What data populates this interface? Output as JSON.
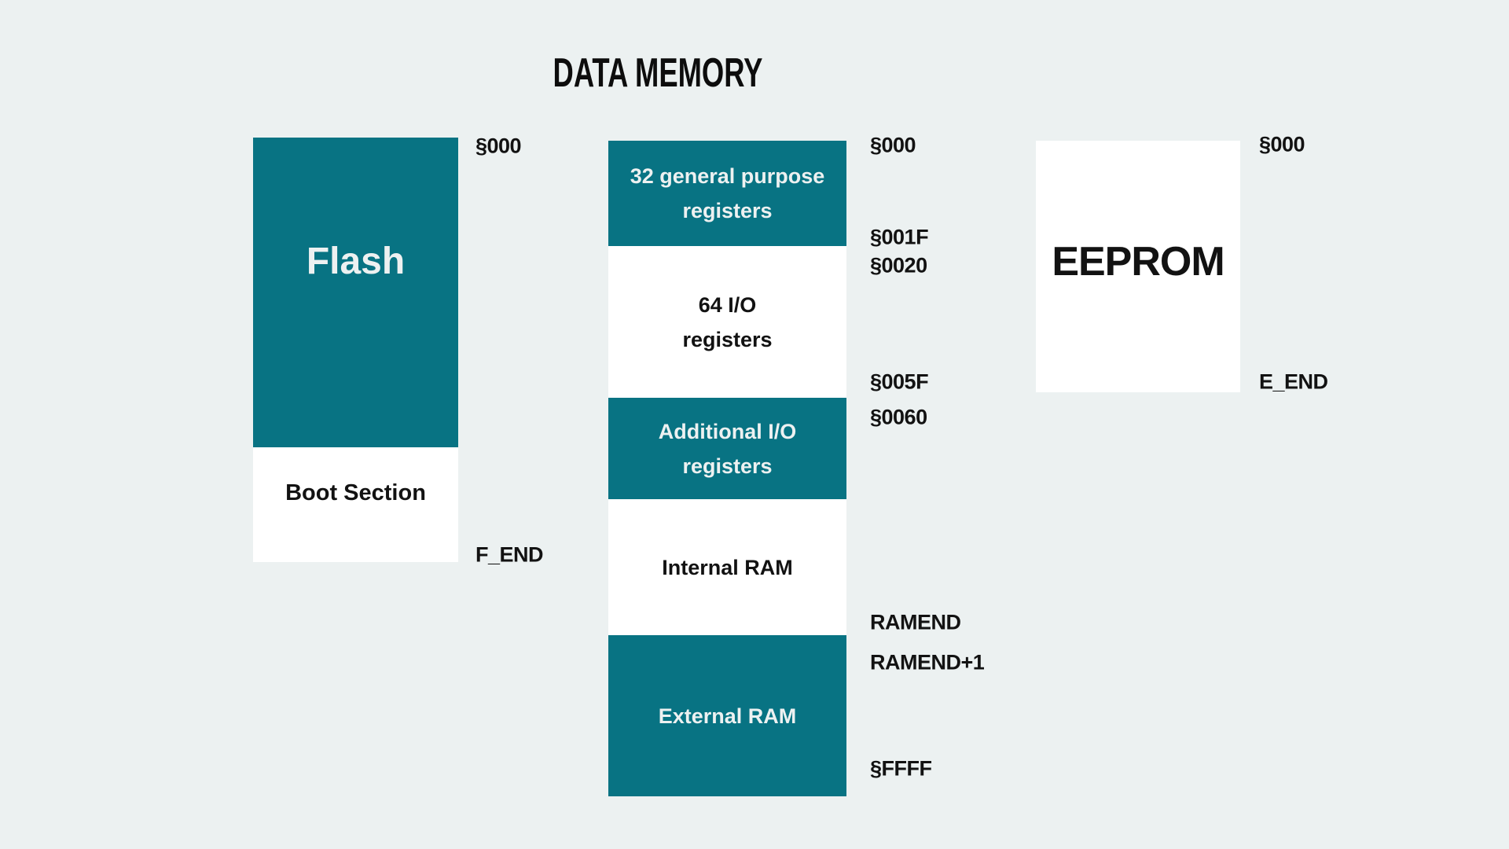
{
  "title": "DATA MEMORY",
  "colors": {
    "background": "#ECF1F1",
    "teal": "#087383",
    "block_white": "#FFFFFF",
    "text_dark": "#121212",
    "text_light": "#EDF1F1"
  },
  "flash_column": {
    "block_label": "Flash",
    "boot_label": "Boot Section",
    "addresses": {
      "top": "§000",
      "bottom": "F_END"
    }
  },
  "data_column": {
    "blocks": [
      {
        "lines": [
          "32 general purpose",
          "registers"
        ],
        "variant": "teal"
      },
      {
        "lines": [
          "64 I/O",
          "registers"
        ],
        "variant": "white"
      },
      {
        "lines": [
          "Additional I/O",
          "registers"
        ],
        "variant": "teal"
      },
      {
        "lines": [
          "Internal RAM"
        ],
        "variant": "white"
      },
      {
        "lines": [
          "External RAM"
        ],
        "variant": "teal"
      }
    ],
    "addresses": {
      "a000": "§000",
      "a001f": "§001F",
      "a0020": "§0020",
      "a005f": "§005F",
      "a0060": "§0060",
      "ramend": "RAMEND",
      "ramend_plus1": "RAMEND+1",
      "affff": "§FFFF"
    }
  },
  "eeprom_column": {
    "block_label": "EEPROM",
    "addresses": {
      "top": "§000",
      "bottom": "E_END"
    }
  }
}
